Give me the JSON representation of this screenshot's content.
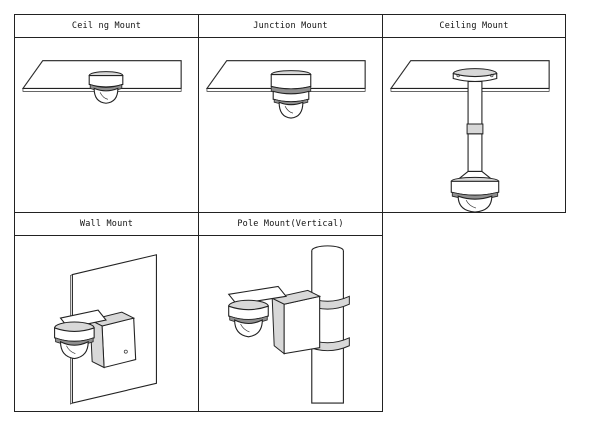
{
  "panels": [
    {
      "caption": "Ceil ng Mount"
    },
    {
      "caption": "Junction Mount"
    },
    {
      "caption": "Ceiling Mount"
    },
    {
      "caption": "Wall Mount"
    },
    {
      "caption": "Pole Mount(Vertical)"
    }
  ]
}
